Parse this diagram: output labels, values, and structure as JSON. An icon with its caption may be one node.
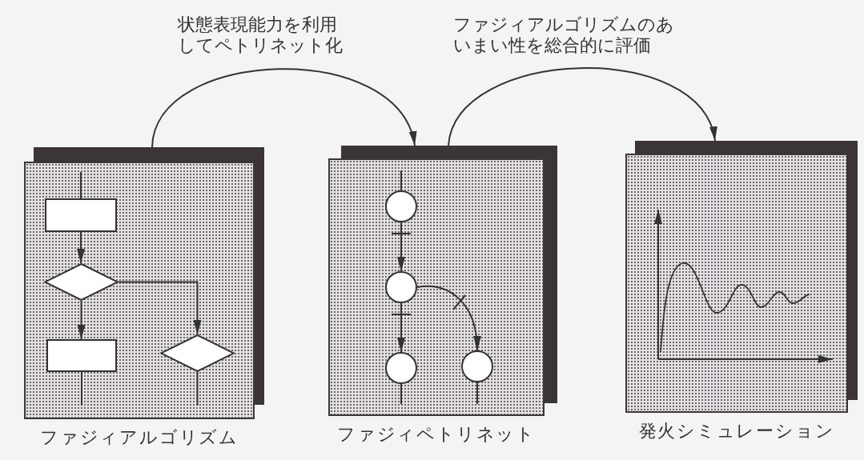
{
  "diagram": {
    "nodes": [
      {
        "text": [],
        "shape": "box",
        "beside": [
          "ファジィアルゴリズム"
        ]
      },
      {
        "text": [],
        "shape": "box",
        "beside": [
          "ファジィペトリネット"
        ]
      },
      {
        "text": [],
        "shape": "box",
        "beside": [
          "発火シミュレーション"
        ]
      },
      {
        "text": [],
        "shape": "box",
        "in": 0
      },
      {
        "text": [],
        "shape": "diamond",
        "in": 0
      },
      {
        "text": [],
        "shape": "box",
        "in": 0
      },
      {
        "text": [],
        "shape": "diamond",
        "in": 0
      },
      {
        "text": [],
        "shape": "circle",
        "in": 1
      },
      {
        "text": [],
        "shape": "circle",
        "in": 1
      },
      {
        "text": [],
        "shape": "circle",
        "in": 1
      },
      {
        "text": [],
        "shape": "circle",
        "in": 1
      }
    ],
    "edges": [
      {
        "from": 0,
        "to": 1,
        "arrow": "to",
        "label": "状態表現能力を利用してペトリネット化"
      },
      {
        "from": 1,
        "to": 2,
        "arrow": "to",
        "label": "ファジィアルゴリズムのあいまい性を総合的に評価"
      },
      {
        "from": null,
        "to": 3,
        "arrow": "none"
      },
      {
        "from": 3,
        "to": 4,
        "arrow": "to"
      },
      {
        "from": 4,
        "to": 5,
        "arrow": "to"
      },
      {
        "from": 4,
        "to": 6,
        "arrow": "to"
      },
      {
        "from": 5,
        "to": null,
        "arrow": "none"
      },
      {
        "from": 6,
        "to": null,
        "arrow": "none"
      },
      {
        "from": null,
        "to": 7,
        "arrow": "none"
      },
      {
        "from": 7,
        "to": 8,
        "arrow": "to"
      },
      {
        "from": 8,
        "to": 9,
        "arrow": "to"
      },
      {
        "from": 8,
        "to": 10,
        "arrow": "to"
      },
      {
        "from": 9,
        "to": null,
        "arrow": "none"
      },
      {
        "from": 10,
        "to": null,
        "arrow": "none"
      }
    ]
  }
}
